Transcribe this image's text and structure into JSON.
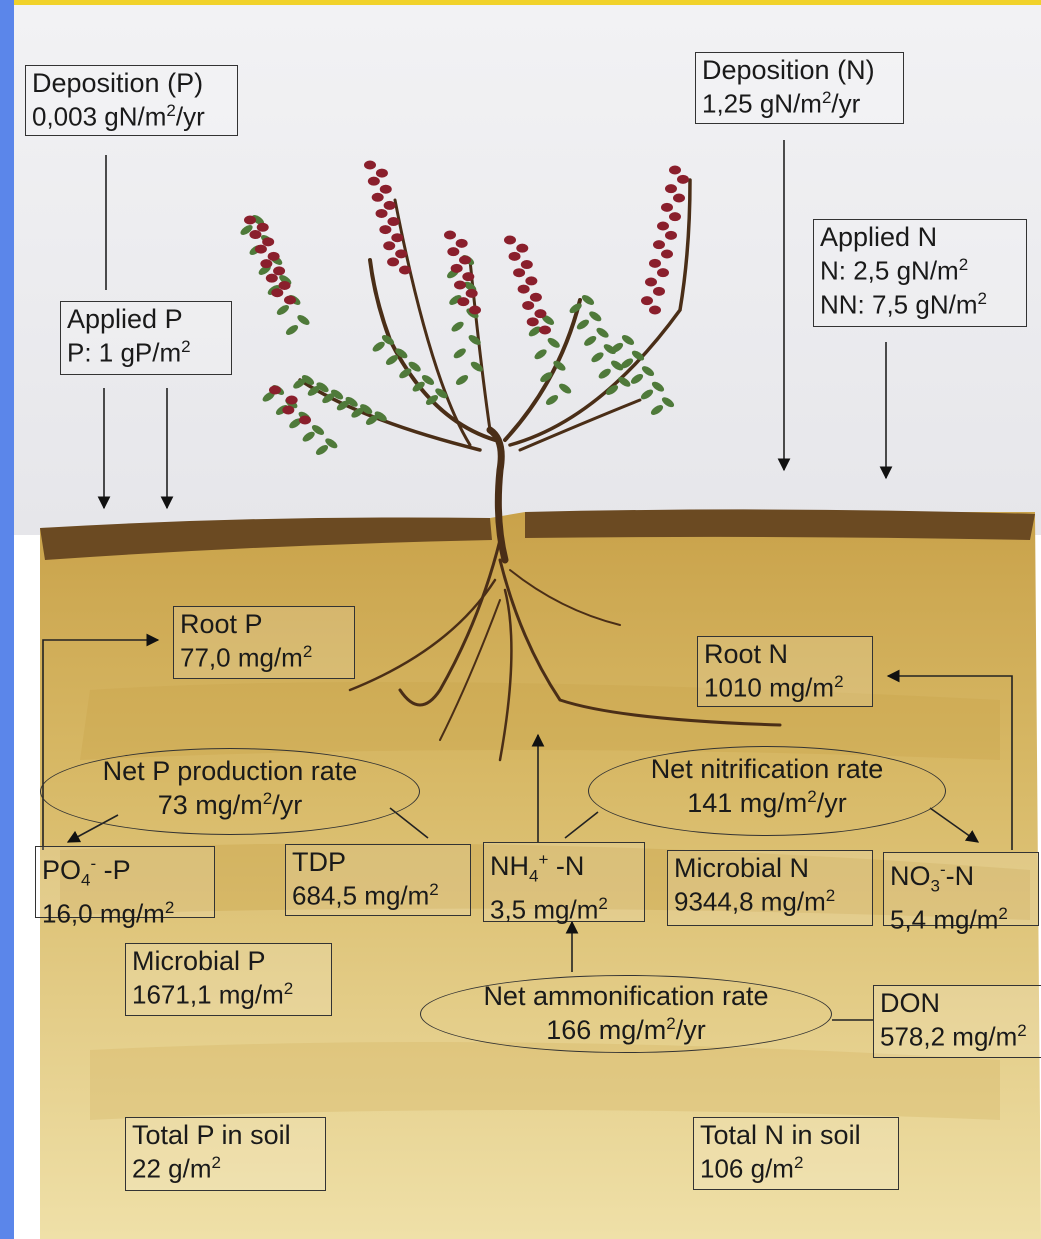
{
  "colors": {
    "frame_left": "#5b86ea",
    "frame_top": "#f1d22a",
    "soil_surface": "#6b4a22",
    "soil": "#d9b863",
    "stem": "#4a2e17",
    "leaf": "#4f7a3a",
    "flower": "#8a1f2c"
  },
  "deposition_p": {
    "title": "Deposition (P)",
    "value_prefix": "0,003 gN/m",
    "exp": "2",
    "value_suffix": "/yr"
  },
  "deposition_n": {
    "title": "Deposition (N)",
    "value_prefix": "1,25 gN/m",
    "exp": "2",
    "value_suffix": "/yr"
  },
  "applied_p": {
    "title": "Applied P",
    "value_prefix": "P: 1 gP/m",
    "exp": "2"
  },
  "applied_n": {
    "title": "Applied N",
    "n_prefix": "N: 2,5 gN/m",
    "n_exp": "2",
    "nn_prefix": "NN: 7,5 gN/m",
    "nn_exp": "2"
  },
  "root_p": {
    "title": "Root P",
    "value_prefix": "77,0 mg/m",
    "exp": "2"
  },
  "root_n": {
    "title": "Root N",
    "value_prefix": "1010 mg/m",
    "exp": "2"
  },
  "net_p_production": {
    "title": "Net P production rate",
    "value_prefix": "73 mg/m",
    "exp": "2",
    "value_suffix": "/yr"
  },
  "net_nitrification": {
    "title": "Net nitrification rate",
    "value_prefix": "141 mg/m",
    "exp": "2",
    "value_suffix": "/yr"
  },
  "po4_p": {
    "t1": "PO",
    "sub": "4",
    "sup": "-",
    "t2": " -P",
    "value_prefix": "16,0 mg/m",
    "exp": "2"
  },
  "tdp": {
    "title": "TDP",
    "value_prefix": "684,5 mg/m",
    "exp": "2"
  },
  "nh4_n": {
    "t1": "NH",
    "sub": "4",
    "sup": "+",
    "t2": " -N",
    "value_prefix": "3,5 mg/m",
    "exp": "2"
  },
  "microbial_n": {
    "title": "Microbial N",
    "value_prefix": "9344,8 mg/m",
    "exp": "2"
  },
  "no3_n": {
    "t1": "NO",
    "sub": "3",
    "sup": "-",
    "t2": "-N",
    "value_prefix": "5,4 mg/m",
    "exp": "2"
  },
  "microbial_p": {
    "title": "Microbial P",
    "value_prefix": "1671,1 mg/m",
    "exp": "2"
  },
  "net_ammonification": {
    "title": "Net ammonification rate",
    "value_prefix": "166 mg/m",
    "exp": "2",
    "value_suffix": "/yr"
  },
  "don": {
    "title": "DON",
    "value_prefix": "578,2 mg/m",
    "exp": "2"
  },
  "total_p": {
    "title": "Total P in soil",
    "value_prefix": "22 g/m",
    "exp": "2"
  },
  "total_n": {
    "title": "Total N in soil",
    "value_prefix": "106 g/m",
    "exp": "2"
  }
}
